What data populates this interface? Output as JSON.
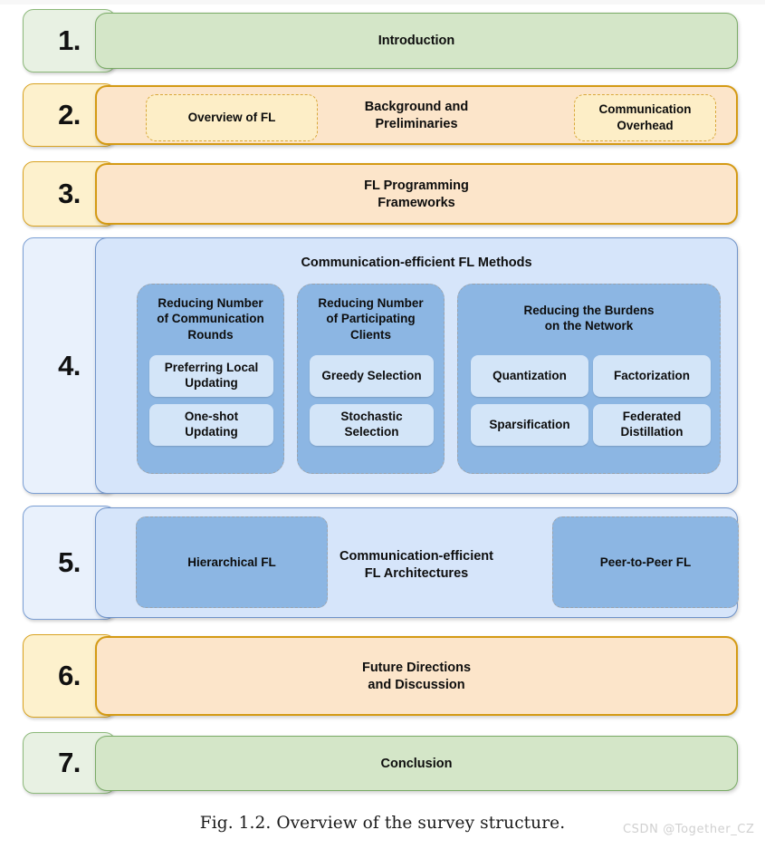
{
  "figure": {
    "caption": "Fig. 1.2.  Overview of the survey structure.",
    "watermark": "CSDN @Together_CZ"
  },
  "colors": {
    "green_fill": "#d4e6c8",
    "green_border": "#7aab66",
    "green_badge_fill": "#e8f1e3",
    "orange_fill": "#fce5ca",
    "orange_border": "#d49a14",
    "orange_badge_fill": "#fdf1cd",
    "blue_fill": "#d6e5fa",
    "blue_border": "#6f93c9",
    "blue_badge_fill": "#e9f1fc",
    "group_fill": "#8cb6e3",
    "leaf_fill": "#d3e5f8",
    "sub_dashed_orange_fill": "#fdeec7"
  },
  "sections": [
    {
      "number": "1.",
      "title": "Introduction",
      "palette": "green"
    },
    {
      "number": "2.",
      "title": "Background and\nPreliminaries",
      "palette": "orange",
      "subboxes": [
        {
          "label": "Overview of FL"
        },
        {
          "label": "Communication\nOverhead"
        }
      ]
    },
    {
      "number": "3.",
      "title": "FL Programming\nFrameworks",
      "palette": "orange"
    },
    {
      "number": "4.",
      "title": "Communication-efficient FL Methods",
      "palette": "blue",
      "groups": [
        {
          "title": "Reducing Number\nof Communication\nRounds",
          "items": [
            "Preferring Local\nUpdating",
            "One-shot\nUpdating"
          ]
        },
        {
          "title": "Reducing Number\nof Participating\nClients",
          "items": [
            "Greedy Selection",
            "Stochastic\nSelection"
          ]
        },
        {
          "title": "Reducing the Burdens\non the Network",
          "items": [
            "Quantization",
            "Factorization",
            "Sparsification",
            "Federated\nDistillation"
          ]
        }
      ]
    },
    {
      "number": "5.",
      "title": "Communication-efficient\nFL Architectures",
      "palette": "blue",
      "subboxes": [
        {
          "label": "Hierarchical FL"
        },
        {
          "label": "Peer-to-Peer FL"
        }
      ]
    },
    {
      "number": "6.",
      "title": "Future Directions\nand Discussion",
      "palette": "orange"
    },
    {
      "number": "7.",
      "title": "Conclusion",
      "palette": "green"
    }
  ]
}
